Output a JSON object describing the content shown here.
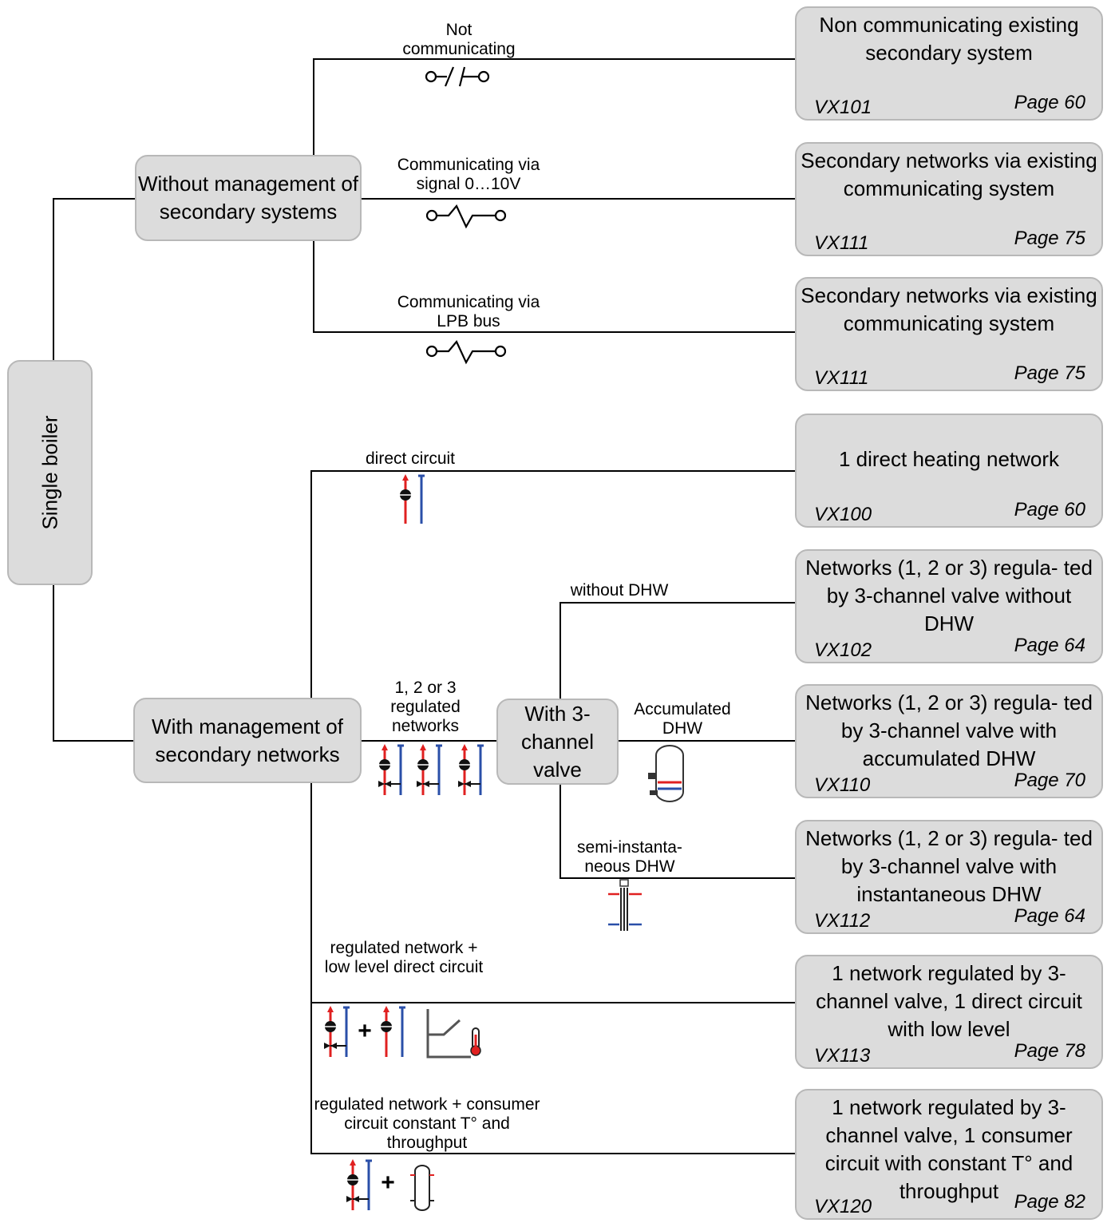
{
  "root": {
    "label": "Single boiler"
  },
  "branches": {
    "without_mgmt": "Without management of secondary systems",
    "with_mgmt": "With management of secondary networks",
    "three_channel": "With 3-channel valve"
  },
  "labels": {
    "not_comm": "Not communicating",
    "comm_signal": "Communicating via signal 0…10V",
    "comm_lpb": "Communicating via LPB bus",
    "direct": "direct circuit",
    "regulated_nets": "1, 2 or 3 regulated networks",
    "without_dhw": "without DHW",
    "accum_dhw": "Accumulated DHW",
    "semi_dhw": "semi-instanta- neous DHW",
    "reg_low": "regulated network + low level direct circuit",
    "reg_consumer": "regulated network + consumer circuit constant T° and throughput",
    "plus": "+"
  },
  "results": [
    {
      "text": "Non communicating existing secondary system",
      "code": "VX101",
      "page": "Page 60"
    },
    {
      "text": "Secondary networks via existing communicating system",
      "code": "VX111",
      "page": "Page 75"
    },
    {
      "text": "Secondary networks via existing communicating system",
      "code": "VX111",
      "page": "Page 75"
    },
    {
      "text": "1 direct heating network",
      "code": "VX100",
      "page": "Page 60"
    },
    {
      "text": "Networks (1, 2 or 3) regula- ted by 3-channel valve without DHW",
      "code": "VX102",
      "page": "Page 64"
    },
    {
      "text": "Networks (1, 2 or 3) regula- ted by 3-channel valve with accumulated  DHW",
      "code": "VX110",
      "page": "Page 70"
    },
    {
      "text": "Networks (1, 2 or 3) regula- ted by 3-channel valve with instantaneous  DHW",
      "code": "VX112",
      "page": "Page 64"
    },
    {
      "text": "1 network regulated by 3-channel valve, 1 direct circuit with low level",
      "code": "VX113",
      "page": "Page 78"
    },
    {
      "text": "1 network regulated by 3-channel valve, 1 consumer circuit with constant T° and throughput",
      "code": "VX120",
      "page": "Page 82"
    }
  ],
  "colors": {
    "box_fill": "#dcdcdc",
    "box_border": "#b8b8b8",
    "line": "#000000",
    "hot": "#e02020",
    "cold": "#2a4fa8"
  },
  "icons": [
    "switch-open-icon",
    "signal-wave-icon",
    "pump-circuit-icon",
    "storage-tank-icon",
    "heat-exchanger-icon",
    "thermostat-curve-icon",
    "buffer-tank-icon"
  ]
}
